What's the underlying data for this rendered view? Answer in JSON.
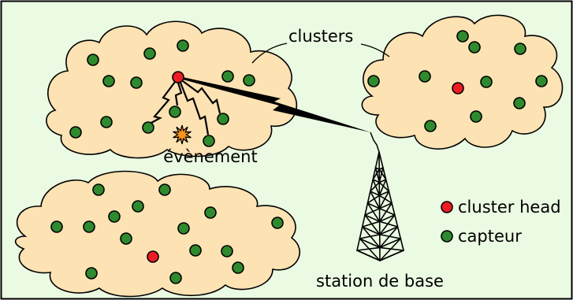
{
  "labels": {
    "clusters": "clusters",
    "event": "évènement",
    "base_station": "station de base"
  },
  "legend": [
    {
      "label": "cluster head",
      "color": "#ee1c24"
    },
    {
      "label": "capteur",
      "color": "#2f8a2e"
    }
  ],
  "colors": {
    "background": "#ebfae2",
    "cluster_fill": "#fde2b3",
    "event": "#f7941d"
  }
}
